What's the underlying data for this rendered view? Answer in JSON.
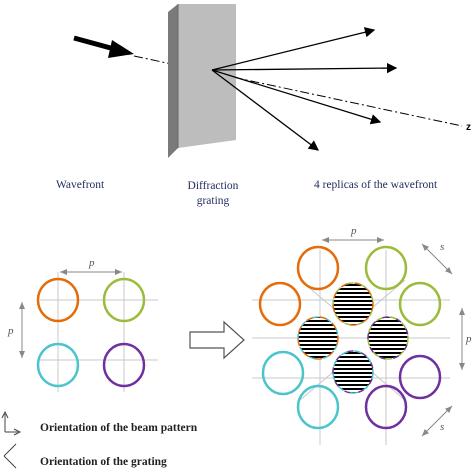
{
  "top": {
    "wavefront_label": "Wavefront",
    "grating_label_line1": "Diffraction",
    "grating_label_line2": "grating",
    "replicas_label": "4 replicas of the wavefront",
    "axis_label": "z"
  },
  "bottom": {
    "pitch_label": "p",
    "shift_label": "s",
    "orientation_beam_label": "Orientation of the beam pattern",
    "orientation_grating_label": "Orientation of the grating"
  },
  "colors": {
    "orange": "#e46c0a",
    "green": "#9bbb3c",
    "cyan": "#4bc4cc",
    "purple": "#7030a0",
    "grating_face": "#b8b8b8",
    "grating_side": "#7a7a7a",
    "text": "#1f2a5c"
  }
}
